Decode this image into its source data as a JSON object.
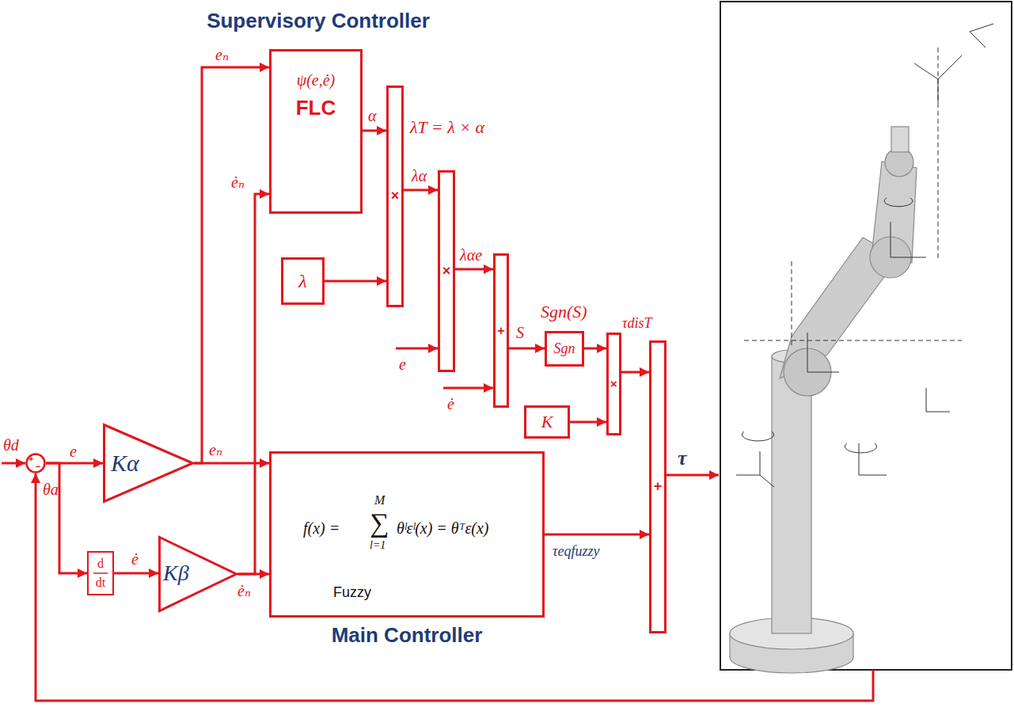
{
  "diagram": {
    "nodes": [
      {
        "text": [
          "+",
          "−"
        ]
      },
      {
        "text": [
          "Kα"
        ]
      },
      {
        "text": [
          "d dt"
        ]
      },
      {
        "text": [
          "Kβ"
        ]
      },
      {
        "text": [
          "Supervisory Controller",
          "ψ(e,ė)",
          "FLC"
        ]
      },
      {
        "text": [
          "λ"
        ]
      },
      {
        "text": [
          "×"
        ]
      },
      {
        "text": [
          "×"
        ]
      },
      {
        "text": [
          "+"
        ]
      },
      {
        "text": [
          "Sgn(S)",
          "Sgn"
        ]
      },
      {
        "text": [
          "K"
        ]
      },
      {
        "text": [
          "×"
        ]
      },
      {
        "text": [
          "f(x) =",
          "M",
          "∑",
          "l=1",
          "θˡεˡ(x) = θᵀε(x)",
          "Fuzzy",
          "Main Controller"
        ]
      },
      {
        "text": [
          "+"
        ]
      }
    ],
    "edges": [
      {
        "from": 0,
        "to": 1,
        "arrow": "to",
        "label": "e"
      },
      {
        "from": 0,
        "to": 2,
        "arrow": "to"
      },
      {
        "from": 2,
        "to": 3,
        "arrow": "to",
        "label": "ė"
      },
      {
        "from": 1,
        "to": 4,
        "arrow": "to",
        "label": "eₙ"
      },
      {
        "from": 1,
        "to": 12,
        "arrow": "to",
        "label": "eₙ"
      },
      {
        "from": 3,
        "to": 4,
        "arrow": "to",
        "label": "ėₙ"
      },
      {
        "from": 3,
        "to": 12,
        "arrow": "to",
        "label": "ėₙ"
      },
      {
        "from": 4,
        "to": 6,
        "arrow": "to",
        "label": "α"
      },
      {
        "from": 5,
        "to": 6,
        "arrow": "to"
      },
      {
        "from": 6,
        "to": 7,
        "arrow": "to",
        "label": "λα"
      },
      {
        "from": 7,
        "to": 8,
        "arrow": "to",
        "label": "λαe"
      },
      {
        "from": 8,
        "to": 9,
        "arrow": "to",
        "label": "S"
      },
      {
        "from": 9,
        "to": 11,
        "arrow": "to"
      },
      {
        "from": 10,
        "to": 11,
        "arrow": "to"
      },
      {
        "from": 11,
        "to": 13,
        "arrow": "to",
        "label": "τdisT"
      },
      {
        "from": 12,
        "to": 13,
        "arrow": "to",
        "label": "τeqfuzzy"
      }
    ],
    "labels": [
      "θd",
      "θa",
      "λT = λ × α",
      "e",
      "ė",
      "τ"
    ]
  }
}
